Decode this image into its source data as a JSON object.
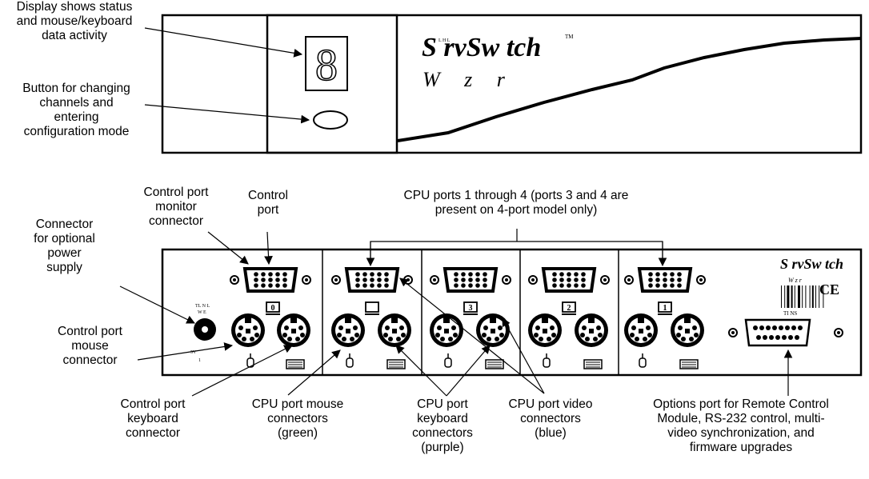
{
  "front_panel": {
    "display_digit": "8",
    "brand_text": "S rvSw tch",
    "brand_tm": "TM",
    "brand_small": "L      H     L",
    "sub_brand": "W z r"
  },
  "rear_panel": {
    "control_port_number": "0",
    "cpu_port_numbers": [
      "3",
      "2",
      "1"
    ],
    "power_tiny_label": "TL   N  L\nW E",
    "power_volt_label": "5V\n1",
    "brand_text": "S rvSw tch",
    "brand_small": "W  z  r",
    "ce_mark": "CE",
    "barcode_text": "TI    NS"
  },
  "labels": {
    "display": "Display shows status\nand mouse/keyboard\ndata activity",
    "button": "Button for changing\nchannels and\nentering\nconfiguration mode",
    "control_monitor": "Control port\nmonitor\nconnector",
    "control_port": "Control\nport",
    "cpu_ports": "CPU ports 1 through 4 (ports 3 and 4 are\npresent on 4-port model only)",
    "power": "Connector\nfor optional\npower\nsupply",
    "control_mouse": "Control port\nmouse\nconnector",
    "control_keyboard": "Control port\nkeyboard\nconnector",
    "cpu_mouse": "CPU port mouse\nconnectors\n(green)",
    "cpu_keyboard": "CPU port\nkeyboard\nconnectors\n(purple)",
    "cpu_video": "CPU port video\nconnectors\n(blue)",
    "options_port": "Options port for Remote Control\nModule, RS-232 control, multi-\nvideo synchronization, and\nfirmware upgrades"
  }
}
